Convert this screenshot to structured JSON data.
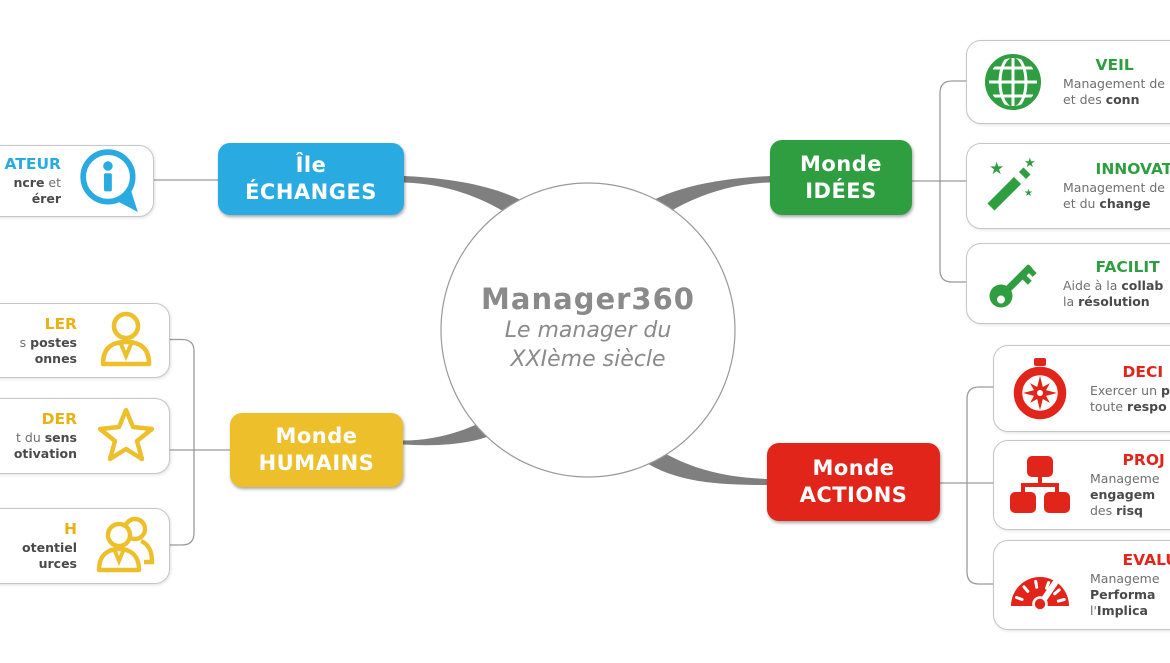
{
  "colors": {
    "blue": "#29abe2",
    "green": "#2f9e41",
    "yellow": "#edbf2b",
    "red": "#e1251b",
    "center_text": "#8a8a8a",
    "body_text": "#6f6f6f",
    "bold_text": "#4a4a4a",
    "connector": "#7f7f7f",
    "thin_line": "#9b9b9b",
    "box_border": "#c6c6c6"
  },
  "center": {
    "title": "Manager360",
    "subtitle1": "Le manager du",
    "subtitle2": "XXIème siècle"
  },
  "branches": {
    "echanges": {
      "line1": "Île",
      "line2": "ÉCHANGES"
    },
    "idees": {
      "line1": "Monde",
      "line2": "IDÉES"
    },
    "humains": {
      "line1": "Monde",
      "line2": "HUMAINS"
    },
    "actions": {
      "line1": "Monde",
      "line2": "ACTIONS"
    }
  },
  "nodes": {
    "communicateur": {
      "icon": "info-bubble-icon",
      "title": "ATEUR",
      "lines": [
        [
          {
            "t": "ncre",
            "b": true
          },
          {
            "t": " et",
            "b": false
          }
        ],
        [
          {
            "t": "érer",
            "b": true
          }
        ]
      ]
    },
    "postes": {
      "icon": "person-icon",
      "title": "LER",
      "lines": [
        [
          {
            "t": "s ",
            "b": false
          },
          {
            "t": "postes",
            "b": true
          }
        ],
        [
          {
            "t": "onnes",
            "b": true
          }
        ]
      ]
    },
    "sens": {
      "icon": "star-icon",
      "title": "DER",
      "lines": [
        [
          {
            "t": "t du ",
            "b": false
          },
          {
            "t": "sens",
            "b": true
          }
        ],
        [
          {
            "t": "otivation",
            "b": true
          }
        ]
      ]
    },
    "rh": {
      "icon": "people-icon",
      "title": "H",
      "lines": [
        [
          {
            "t": "otentiel",
            "b": true
          }
        ],
        [
          {
            "t": "urces",
            "b": true
          }
        ]
      ]
    },
    "veille": {
      "icon": "globe-icon",
      "title": "VEIL",
      "lines": [
        [
          {
            "t": "Management de",
            "b": false
          }
        ],
        [
          {
            "t": "et des ",
            "b": false
          },
          {
            "t": "conn",
            "b": true
          }
        ]
      ]
    },
    "innovation": {
      "icon": "magic-wand-icon",
      "title": "INNOVAT",
      "lines": [
        [
          {
            "t": "Management de",
            "b": false
          }
        ],
        [
          {
            "t": "et du ",
            "b": false
          },
          {
            "t": "change",
            "b": true
          }
        ]
      ]
    },
    "facilitation": {
      "icon": "key-icon",
      "title": "FACILIT",
      "lines": [
        [
          {
            "t": "Aide à la ",
            "b": false
          },
          {
            "t": "collab",
            "b": true
          }
        ],
        [
          {
            "t": "la ",
            "b": false
          },
          {
            "t": "résolution",
            "b": true
          }
        ]
      ]
    },
    "decision": {
      "icon": "compass-icon",
      "title": "DECI",
      "lines": [
        [
          {
            "t": "Exercer un ",
            "b": false
          },
          {
            "t": "p",
            "b": true
          }
        ],
        [
          {
            "t": "toute ",
            "b": false
          },
          {
            "t": "respo",
            "b": true
          }
        ]
      ]
    },
    "projet": {
      "icon": "org-chart-icon",
      "title": "PROJ",
      "lines": [
        [
          {
            "t": "Manageme",
            "b": false
          }
        ],
        [
          {
            "t": "engagem",
            "b": true
          }
        ],
        [
          {
            "t": "des ",
            "b": false
          },
          {
            "t": "risq",
            "b": true
          }
        ]
      ]
    },
    "evaluation": {
      "icon": "gauge-icon",
      "title": "EVALUA",
      "lines": [
        [
          {
            "t": "Manageme",
            "b": false
          }
        ],
        [
          {
            "t": "Performa",
            "b": true
          }
        ],
        [
          {
            "t": "l'",
            "b": false
          },
          {
            "t": "Implica",
            "b": true
          }
        ]
      ]
    }
  }
}
